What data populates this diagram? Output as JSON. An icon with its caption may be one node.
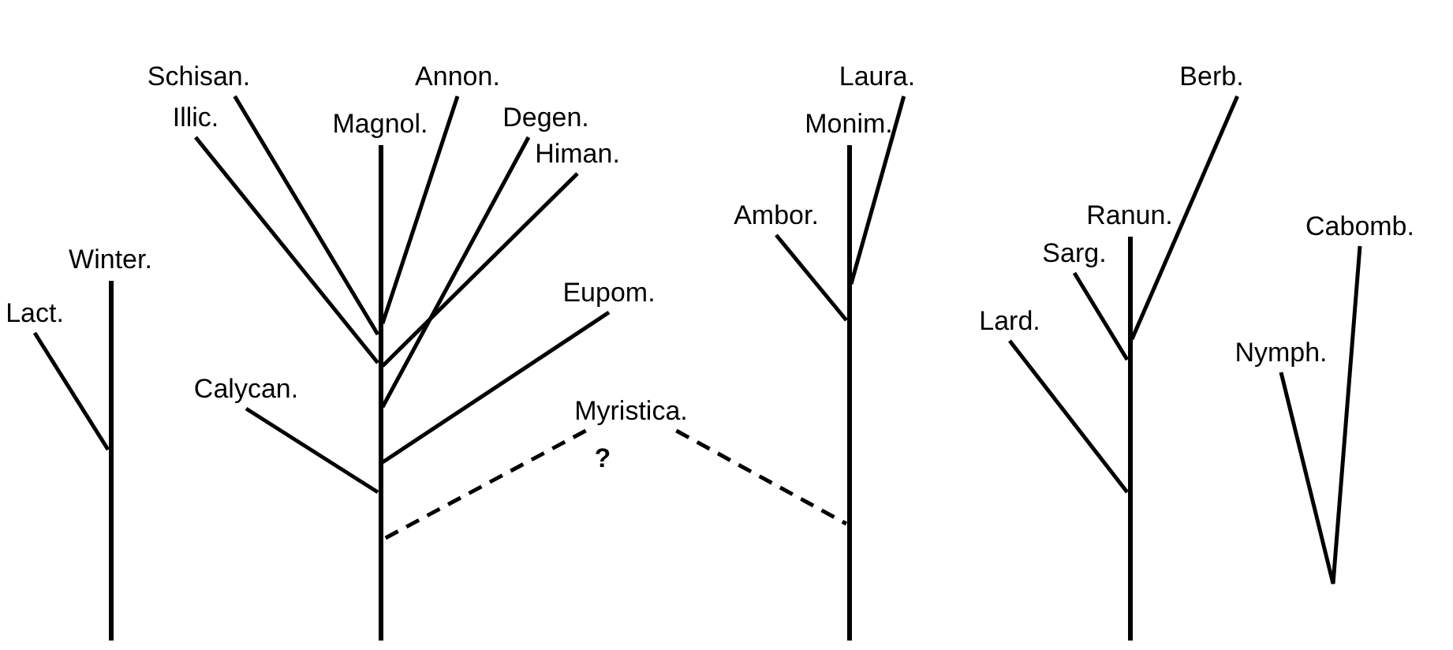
{
  "diagram": {
    "nodes": [
      {
        "text": [
          "Winter."
        ]
      },
      {
        "text": [
          "Lact."
        ]
      },
      {
        "text": [
          "Schisan."
        ]
      },
      {
        "text": [
          "Illic."
        ]
      },
      {
        "text": [
          "Magnol."
        ]
      },
      {
        "text": [
          "Annon."
        ]
      },
      {
        "text": [
          "Degen."
        ]
      },
      {
        "text": [
          "Himan."
        ]
      },
      {
        "text": [
          "Eupom."
        ]
      },
      {
        "text": [
          "Calycan."
        ]
      },
      {
        "text": [
          "Myristica."
        ]
      },
      {
        "text": [
          "Monim."
        ]
      },
      {
        "text": [
          "Laura."
        ]
      },
      {
        "text": [
          "Ambor."
        ]
      },
      {
        "text": [
          "Ranun."
        ]
      },
      {
        "text": [
          "Lard."
        ]
      },
      {
        "text": [
          "Sarg."
        ]
      },
      {
        "text": [
          "Berb."
        ]
      },
      {
        "text": [
          "Nymph."
        ]
      },
      {
        "text": [
          "Cabomb."
        ]
      }
    ],
    "edges": [
      {
        "from": 1,
        "to": 0,
        "arrow": "none"
      },
      {
        "from": 2,
        "to": 4,
        "arrow": "none"
      },
      {
        "from": 3,
        "to": 4,
        "arrow": "none"
      },
      {
        "from": 5,
        "to": 4,
        "arrow": "none"
      },
      {
        "from": 6,
        "to": 4,
        "arrow": "none"
      },
      {
        "from": 7,
        "to": 4,
        "arrow": "none"
      },
      {
        "from": 8,
        "to": 4,
        "arrow": "none"
      },
      {
        "from": 9,
        "to": 4,
        "arrow": "none"
      },
      {
        "from": 10,
        "to": 4,
        "arrow": "none",
        "style": "dashed"
      },
      {
        "from": 10,
        "to": 11,
        "arrow": "none",
        "style": "dashed"
      },
      {
        "from": 12,
        "to": 11,
        "arrow": "none"
      },
      {
        "from": 13,
        "to": 11,
        "arrow": "none"
      },
      {
        "from": 15,
        "to": 14,
        "arrow": "none"
      },
      {
        "from": 16,
        "to": 14,
        "arrow": "none"
      },
      {
        "from": 17,
        "to": 14,
        "arrow": "none"
      },
      {
        "from": 18,
        "to": 19,
        "arrow": "none"
      }
    ],
    "labels": [
      "?"
    ]
  }
}
